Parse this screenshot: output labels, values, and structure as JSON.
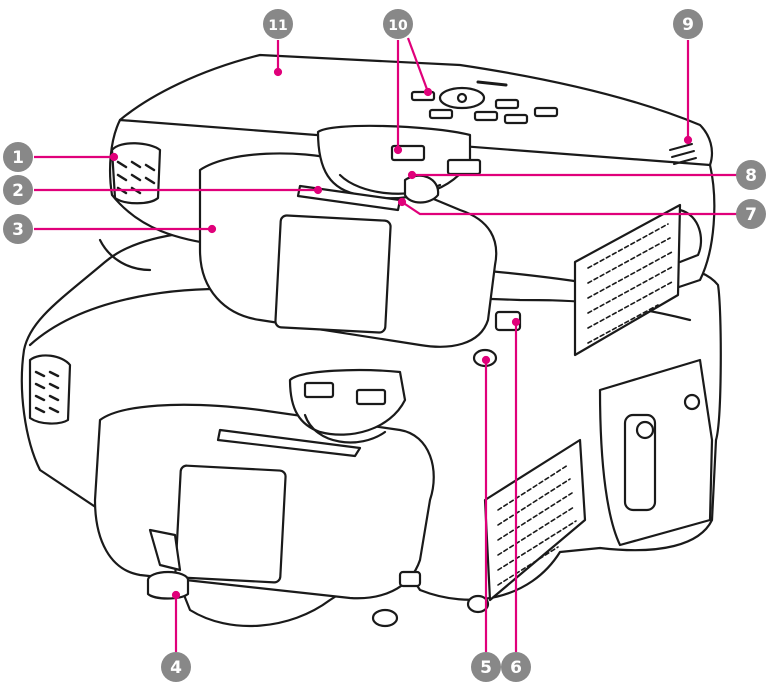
{
  "callouts": [
    {
      "id": "callout-1",
      "label": "1"
    },
    {
      "id": "callout-2",
      "label": "2"
    },
    {
      "id": "callout-3",
      "label": "3"
    },
    {
      "id": "callout-4",
      "label": "4"
    },
    {
      "id": "callout-5",
      "label": "5"
    },
    {
      "id": "callout-6",
      "label": "6"
    },
    {
      "id": "callout-7",
      "label": "7"
    },
    {
      "id": "callout-8",
      "label": "8"
    },
    {
      "id": "callout-9",
      "label": "9"
    },
    {
      "id": "callout-10",
      "label": "10"
    },
    {
      "id": "callout-11",
      "label": "11"
    }
  ],
  "colors": {
    "badge": "#888888",
    "leader": "#e0007a",
    "leader_dot": "#e0007a",
    "outline": "#1a1a1a"
  }
}
